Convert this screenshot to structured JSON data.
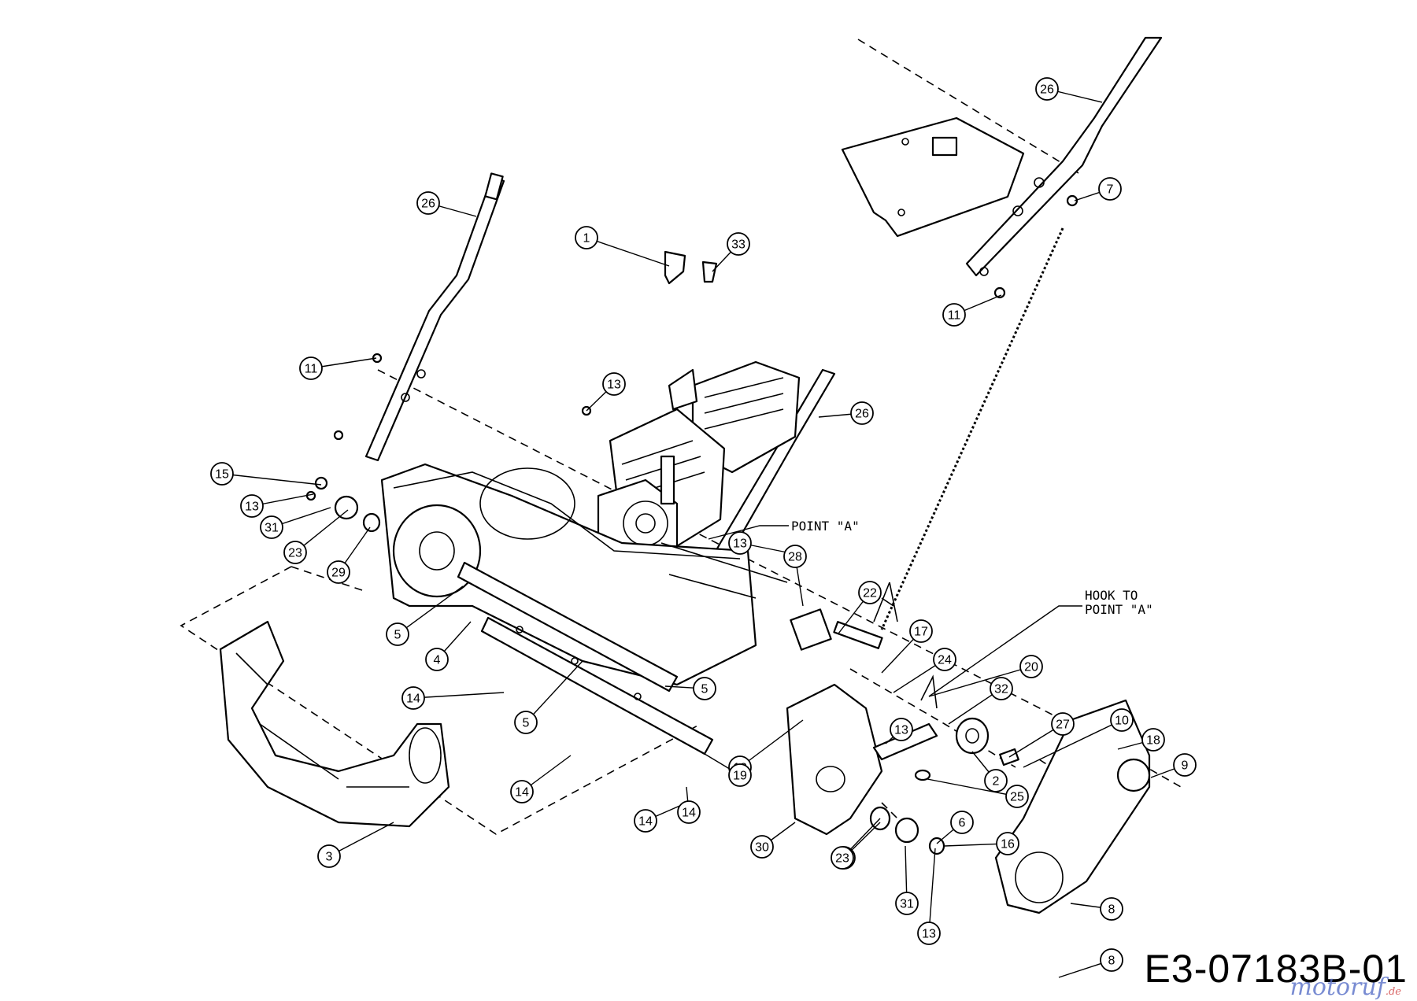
{
  "drawing": {
    "code": "E3-07183B-01",
    "watermark": "motoruf",
    "watermark_tld": ".de"
  },
  "notes": {
    "point_a": "POINT \"A\"",
    "hook_line1": "HOOK TO",
    "hook_line2": "POINT \"A\""
  },
  "callouts": [
    "1",
    "2",
    "3",
    "4",
    "5",
    "5",
    "5",
    "6",
    "7",
    "8",
    "8",
    "9",
    "10",
    "11",
    "11",
    "12",
    "13",
    "13",
    "13",
    "13",
    "13",
    "13",
    "14",
    "14",
    "14",
    "14",
    "15",
    "16",
    "17",
    "18",
    "19",
    "20",
    "22",
    "23",
    "23",
    "24",
    "25",
    "26",
    "26",
    "26",
    "27",
    "28",
    "29",
    "30",
    "31",
    "31",
    "32",
    "33"
  ]
}
